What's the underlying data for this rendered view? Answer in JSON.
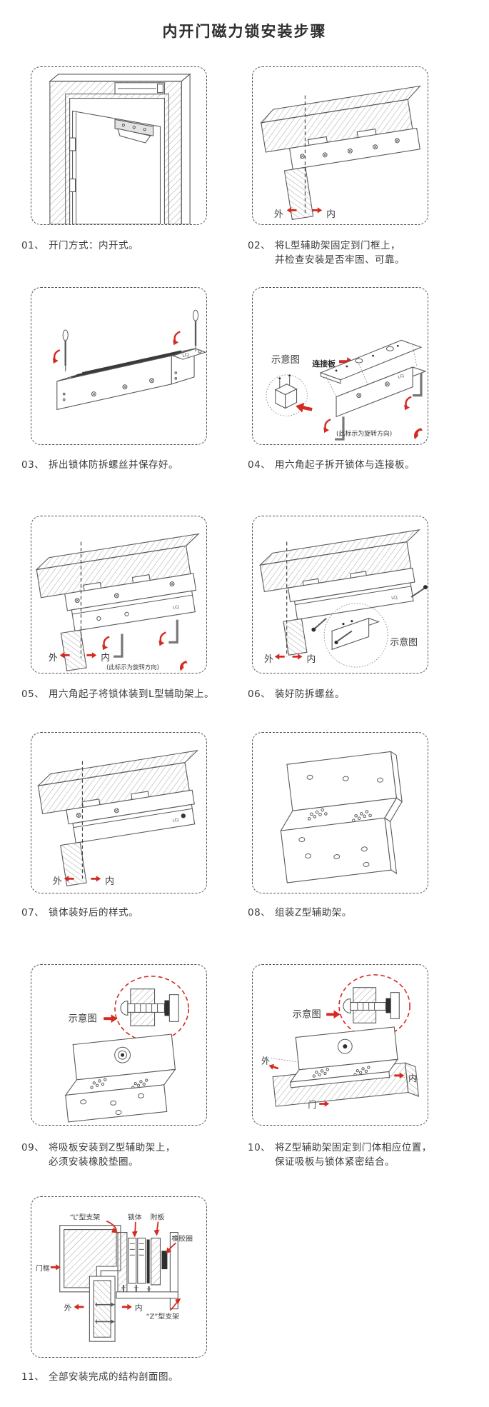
{
  "title": "内开门磁力锁安装步骤",
  "colors": {
    "accent_red": "#d42a20",
    "line": "#5a5a5a",
    "text": "#3c3c3c"
  },
  "labels": {
    "outside": "外",
    "inside": "内",
    "door": "门",
    "door_frame": "门框",
    "schematic": "示意图",
    "connection_plate": "连接板",
    "rotation_note": "(此标示为旋转方向)",
    "l_bracket": "“L”型支架",
    "lock_body": "锁体",
    "armature_plate": "附板",
    "rubber_ring": "橡胶圈",
    "z_bracket": "“Z”型支架",
    "lock_logo": "LCJ"
  },
  "steps": [
    {
      "num": "01、",
      "text1": "开门方式：内开式。",
      "text2": ""
    },
    {
      "num": "02、",
      "text1": "将L型辅助架固定到门框上，",
      "text2": "并检查安装是否牢固、可靠。"
    },
    {
      "num": "03、",
      "text1": "拆出锁体防拆螺丝并保存好。",
      "text2": ""
    },
    {
      "num": "04、",
      "text1": "用六角起子拆开锁体与连接板。",
      "text2": ""
    },
    {
      "num": "05、",
      "text1": "用六角起子将锁体装到L型辅助架上。",
      "text2": ""
    },
    {
      "num": "06、",
      "text1": "装好防拆螺丝。",
      "text2": ""
    },
    {
      "num": "07、",
      "text1": "锁体装好后的样式。",
      "text2": ""
    },
    {
      "num": "08、",
      "text1": "组装Z型辅助架。",
      "text2": ""
    },
    {
      "num": "09、",
      "text1": "将吸板安装到Z型辅助架上，",
      "text2": "必须安装橡胶垫圈。"
    },
    {
      "num": "10、",
      "text1": "将Z型辅助架固定到门体相应位置，",
      "text2": "保证吸板与锁体紧密结合。"
    },
    {
      "num": "11、",
      "text1": "全部安装完成的结构剖面图。",
      "text2": ""
    }
  ]
}
